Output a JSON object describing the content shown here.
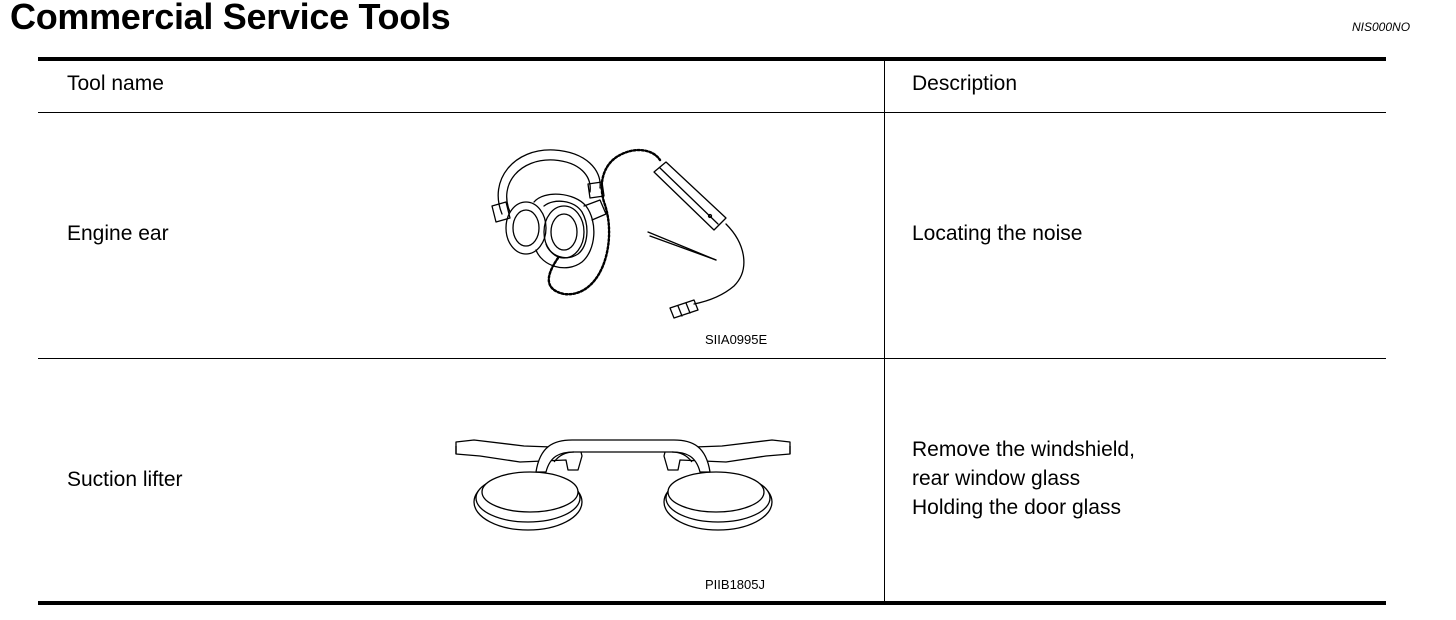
{
  "page": {
    "title": "Commercial Service Tools",
    "doc_id": "NIS000NO"
  },
  "table": {
    "headers": {
      "tool_name": "Tool name",
      "description": "Description"
    },
    "rows": [
      {
        "tool_name": "Engine ear",
        "image_code": "SIIA0995E",
        "image_icon": "headphones-icon",
        "description": "Locating the noise"
      },
      {
        "tool_name": "Suction lifter",
        "image_code": "PIIB1805J",
        "image_icon": "suction-lifter-icon",
        "description": "Remove the windshield,\nrear window glass\nHolding the door glass"
      }
    ]
  }
}
